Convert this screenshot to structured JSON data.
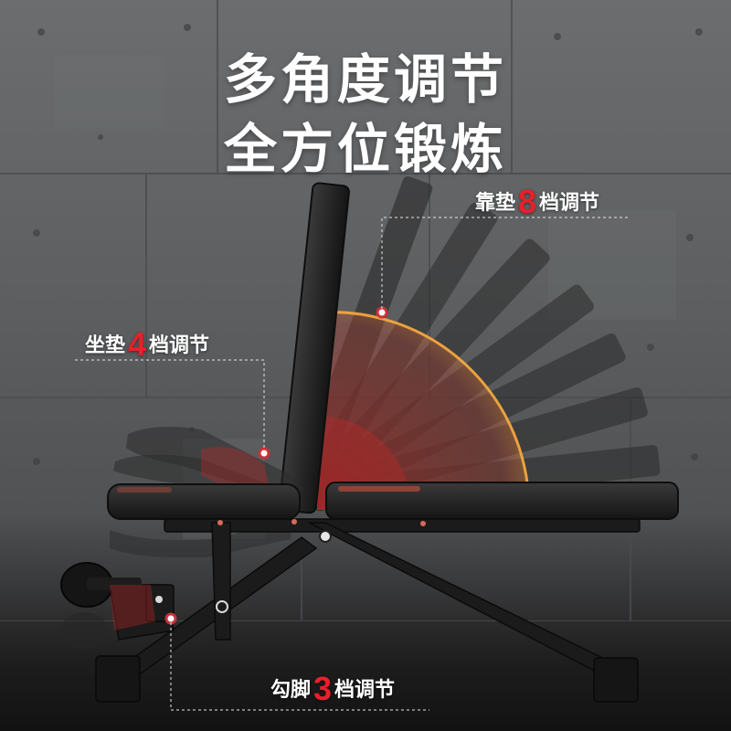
{
  "headline": {
    "line1": "多角度调节",
    "line2": "全方位锻炼"
  },
  "callouts": {
    "backrest": {
      "prefix": "靠垫",
      "number": "8",
      "suffix": "档调节"
    },
    "seat": {
      "prefix": "坐垫",
      "number": "4",
      "suffix": "档调节"
    },
    "foot": {
      "prefix": "勾脚",
      "number": "3",
      "suffix": "档调节"
    }
  },
  "adjustment_levels": {
    "backrest": 8,
    "seat": 4,
    "foot_hook": 3
  },
  "colors": {
    "accent_red": "#e8202a",
    "headline_white": "#ffffff",
    "wall_gray": "#5d5f61",
    "frame_black": "#1b1b1b",
    "marker_red": "#c8323a"
  }
}
